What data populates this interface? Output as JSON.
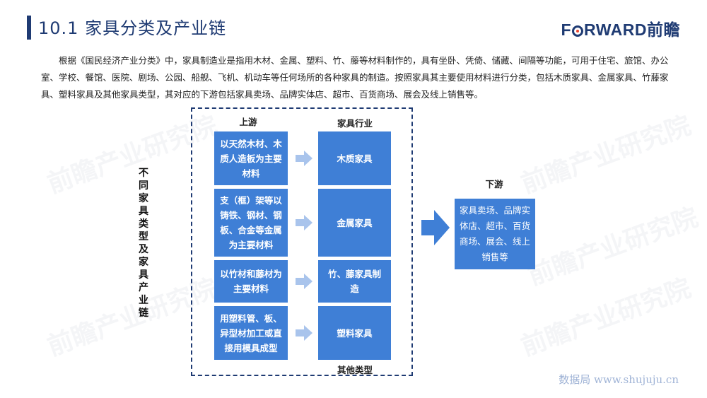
{
  "header": {
    "title": "10.1 家具分类及产业链",
    "logo_text_before": "F",
    "logo_text_after": "RWARD前瞻"
  },
  "intro": "根据《国民经济产业分类》中，家具制造业是指用木材、金属、塑料、竹、藤等材料制作的，具有坐卧、凭倚、储藏、间隔等功能，可用于住宅、旅馆、办公室、学校、餐馆、医院、剧场、公园、船舰、飞机、机动车等任何场所的各种家具的制造。按照家具其主要使用材料进行分类，包括木质家具、金属家具、竹藤家具、塑料家具及其他家具类型，其对应的下游包括家具卖场、品牌实体店、超市、百货商场、展会及线上销售等。",
  "diagram": {
    "side_label": "不同家具类型及家具产业链",
    "upstream_label": "上游",
    "industry_label": "家具行业",
    "other_label": "其他类型",
    "rows": [
      {
        "upstream": "以天然木材、木质人造板为主要材料",
        "industry": "木质家具"
      },
      {
        "upstream": "支（框）架等以铸铁、钢材、钢板、合金等金属为主要材料",
        "industry": "金属家具"
      },
      {
        "upstream": "以竹材和藤材为主要材料",
        "industry": "竹、藤家具制造"
      },
      {
        "upstream": "用塑料管、板、异型材加工或直接用模具成型",
        "industry": "塑料家具"
      }
    ],
    "downstream_label": "下游",
    "downstream_text": "家具卖场、品牌实体店、超市、百货商场、展会、线上销售等"
  },
  "watermark_text": "前瞻产业研究院",
  "footer_mark": "数据局 www.shujuju.cn",
  "colors": {
    "primary": "#1f3b73",
    "box_blue": "#3f7fd6",
    "arrow_light": "#a9c4ec"
  }
}
